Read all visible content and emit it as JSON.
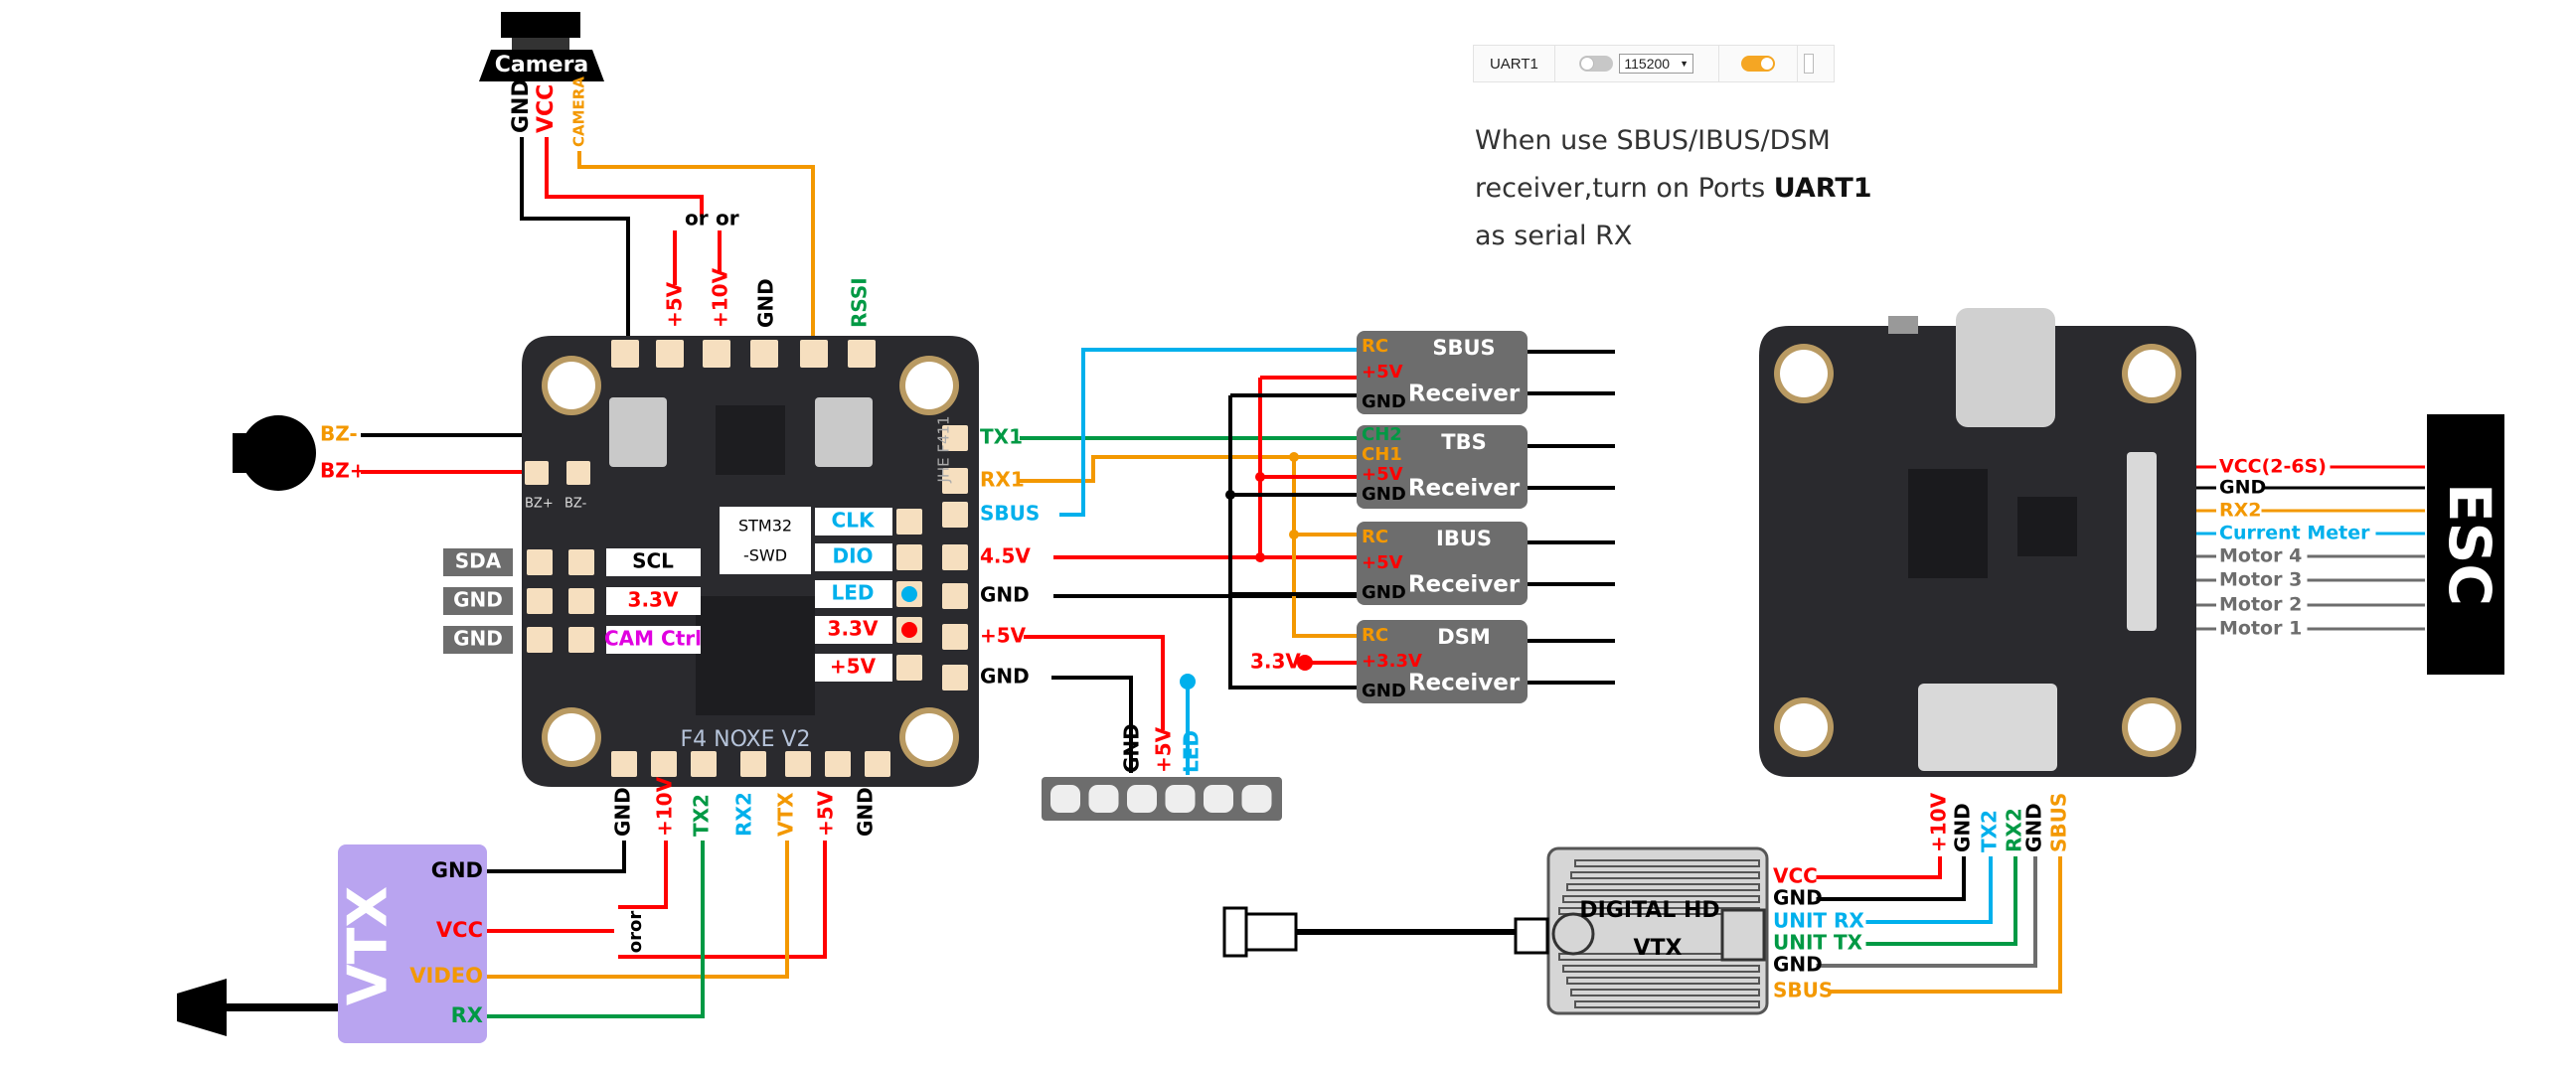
{
  "uart_panel": {
    "port_name": "UART1",
    "msp_enabled": false,
    "baud_rate": "115200",
    "dropdown_arrow": "▼",
    "serial_rx_enabled": true
  },
  "note": {
    "line1": "When use SBUS/IBUS/DSM",
    "line2_prefix": "receiver,turn on Ports ",
    "line2_bold": "UART1",
    "line3": "as serial RX"
  },
  "colors": {
    "red": "#ff0000",
    "black": "#000000",
    "orange": "#f39800",
    "green": "#009944",
    "blue": "#00b0ec",
    "gray": "#6d6d6d",
    "purple": "#b9a4f0",
    "board": "#2a2a2e",
    "pad": "#f6dfbf",
    "magenta": "#e000e0",
    "receiver_box": "#6d6d6d"
  },
  "camera": {
    "label": "Camera",
    "pins": [
      {
        "label": "GND",
        "color": "black"
      },
      {
        "label": "VCC",
        "color": "red"
      },
      {
        "label": "CAMERA",
        "color": "orange"
      }
    ],
    "or_labels": [
      "or",
      "or"
    ]
  },
  "fc_top_pins": [
    {
      "label": "+5V",
      "color": "red"
    },
    {
      "label": "+10V",
      "color": "red"
    },
    {
      "label": "GND",
      "color": "black"
    },
    {
      "label": "RSSI",
      "color": "green"
    }
  ],
  "buzzer": {
    "pins": [
      {
        "label": "BZ-",
        "color": "orange"
      },
      {
        "label": "BZ+",
        "color": "red"
      }
    ],
    "silk": [
      "BZ+",
      "BZ-"
    ]
  },
  "fc_left_tags": [
    "SDA",
    "GND",
    "GND"
  ],
  "fc_inner_left": [
    {
      "label": "SCL",
      "color": "black"
    },
    {
      "label": "3.3V",
      "color": "red"
    },
    {
      "label": "CAM Ctrl",
      "color": "magenta"
    }
  ],
  "swd": {
    "line1": "STM32",
    "line2": "-SWD"
  },
  "fc_inner_right": [
    {
      "label": "CLK",
      "color": "blue"
    },
    {
      "label": "DIO",
      "color": "blue"
    },
    {
      "label": "LED",
      "color": "blue",
      "dot": "blue"
    },
    {
      "label": "3.3V",
      "color": "red",
      "dot": "red"
    },
    {
      "label": "+5V",
      "color": "red"
    }
  ],
  "fc_right_pins": [
    {
      "label": "TX1",
      "color": "green"
    },
    {
      "label": "RX1",
      "color": "orange"
    },
    {
      "label": "SBUS",
      "color": "blue"
    },
    {
      "label": "4.5V",
      "color": "red"
    },
    {
      "label": "GND",
      "color": "black"
    },
    {
      "label": "+5V",
      "color": "red"
    },
    {
      "label": "GND",
      "color": "black"
    }
  ],
  "fc_silk": {
    "model": "F4 NOXE V2",
    "side": "JHE F411"
  },
  "fc_bottom_pins": [
    {
      "label": "GND",
      "color": "black"
    },
    {
      "label": "+10V",
      "color": "red"
    },
    {
      "label": "TX2",
      "color": "green"
    },
    {
      "label": "RX2",
      "color": "blue"
    },
    {
      "label": "VTX",
      "color": "orange"
    },
    {
      "label": "+5V",
      "color": "red"
    },
    {
      "label": "GND",
      "color": "black"
    }
  ],
  "analog_vtx": {
    "title": "VTX",
    "pins": [
      {
        "label": "GND",
        "color": "black"
      },
      {
        "label": "VCC",
        "color": "red"
      },
      {
        "label": "VIDEO",
        "color": "orange"
      },
      {
        "label": "RX",
        "color": "green"
      }
    ],
    "or_label": "oror"
  },
  "led_strip": {
    "pins": [
      {
        "label": "GND",
        "color": "black"
      },
      {
        "label": "+5V",
        "color": "red"
      },
      {
        "label": "LED",
        "color": "blue"
      }
    ],
    "led_count": 6
  },
  "receivers": [
    {
      "name": "SBUS",
      "subtitle": "Receiver",
      "pins": [
        {
          "label": "RC",
          "color": "orange"
        },
        {
          "label": "+5V",
          "color": "red"
        },
        {
          "label": "GND",
          "color": "black"
        }
      ]
    },
    {
      "name": "TBS",
      "subtitle": "Receiver",
      "pins": [
        {
          "label": "CH2",
          "color": "green"
        },
        {
          "label": "CH1",
          "color": "orange"
        },
        {
          "label": "+5V",
          "color": "red"
        },
        {
          "label": "GND",
          "color": "black"
        }
      ]
    },
    {
      "name": "IBUS",
      "subtitle": "Receiver",
      "pins": [
        {
          "label": "RC",
          "color": "orange"
        },
        {
          "label": "+5V",
          "color": "red"
        },
        {
          "label": "GND",
          "color": "black"
        }
      ]
    },
    {
      "name": "DSM",
      "subtitle": "Receiver",
      "pins": [
        {
          "label": "RC",
          "color": "orange"
        },
        {
          "label": "+3.3V",
          "color": "red"
        },
        {
          "label": "GND",
          "color": "black"
        }
      ]
    }
  ],
  "dsm_source_label": "3.3V",
  "esc": {
    "title": "ESC",
    "pins": [
      {
        "label": "VCC(2-6S)",
        "color": "red"
      },
      {
        "label": "GND",
        "color": "black"
      },
      {
        "label": "RX2",
        "color": "orange"
      },
      {
        "label": "Current Meter",
        "color": "blue"
      },
      {
        "label": "Motor 4",
        "color": "gray"
      },
      {
        "label": "Motor 3",
        "color": "gray"
      },
      {
        "label": "Motor 2",
        "color": "gray"
      },
      {
        "label": "Motor 1",
        "color": "gray"
      }
    ]
  },
  "hd_connector_pins": [
    {
      "label": "+10V",
      "color": "red"
    },
    {
      "label": "GND",
      "color": "black"
    },
    {
      "label": "TX2",
      "color": "blue"
    },
    {
      "label": "RX2",
      "color": "green"
    },
    {
      "label": "GND",
      "color": "black"
    },
    {
      "label": "SBUS",
      "color": "orange"
    }
  ],
  "digital_vtx": {
    "title_line1": "DIGITAL HD",
    "title_line2": "VTX",
    "pins": [
      {
        "label": "VCC",
        "color": "red"
      },
      {
        "label": "GND",
        "color": "black"
      },
      {
        "label": "UNIT RX",
        "color": "blue"
      },
      {
        "label": "UNIT TX",
        "color": "green"
      },
      {
        "label": "GND",
        "color": "black"
      },
      {
        "label": "SBUS",
        "color": "orange"
      }
    ]
  }
}
